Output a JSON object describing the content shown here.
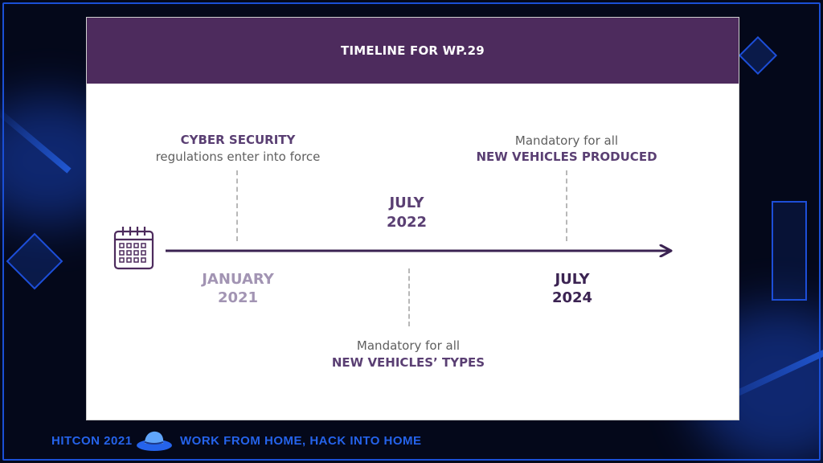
{
  "slide": {
    "title": "TIMELINE FOR WP.29",
    "milestones": {
      "jan2021": {
        "heading": "CYBER SECURITY",
        "subtext": "regulations enter into force",
        "date_line1": "JANUARY",
        "date_line2": "2021"
      },
      "jul2022": {
        "date_line1": "JULY",
        "date_line2": "2022",
        "note_line1": "Mandatory for all",
        "note_line2": "NEW VEHICLES’ TYPES"
      },
      "jul2024": {
        "note_line1": "Mandatory for all",
        "note_line2": "NEW VEHICLES PRODUCED",
        "date_line1": "JULY",
        "date_line2": "2024"
      }
    },
    "colors": {
      "header": "#4d2b5d",
      "accent": "#5a3f73",
      "muted": "#a294b3",
      "timeline": "#3b2352"
    },
    "icons": [
      "calendar-icon",
      "timeline-arrow"
    ]
  },
  "footer": {
    "left_text": "HITCON 2021",
    "right_text": "WORK FROM HOME, HACK INTO HOME",
    "icon": "hat-icon"
  }
}
